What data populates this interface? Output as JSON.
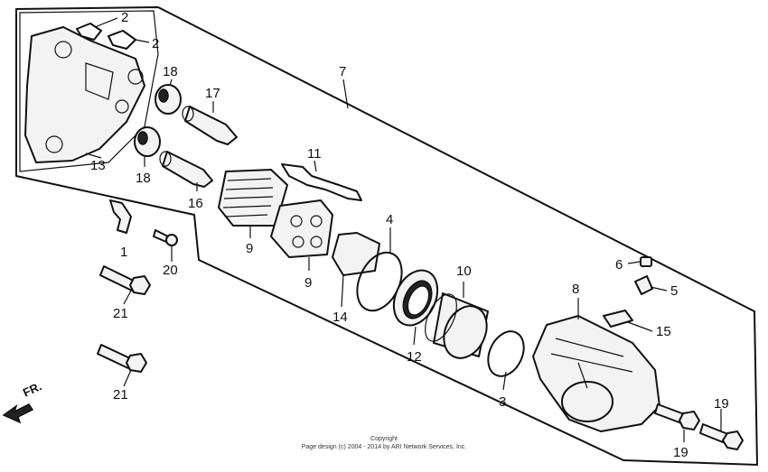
{
  "diagram": {
    "callouts": [
      "1",
      "2",
      "2",
      "3",
      "4",
      "5",
      "6",
      "7",
      "8",
      "9",
      "9",
      "10",
      "11",
      "12",
      "13",
      "14",
      "15",
      "16",
      "17",
      "18",
      "18",
      "19",
      "19",
      "20",
      "21",
      "21"
    ],
    "direction_label": "FR.",
    "copyright_line1": "Copyright",
    "copyright_line2": "Page design (c) 2004 - 2014 by ARI Network Services, Inc."
  }
}
